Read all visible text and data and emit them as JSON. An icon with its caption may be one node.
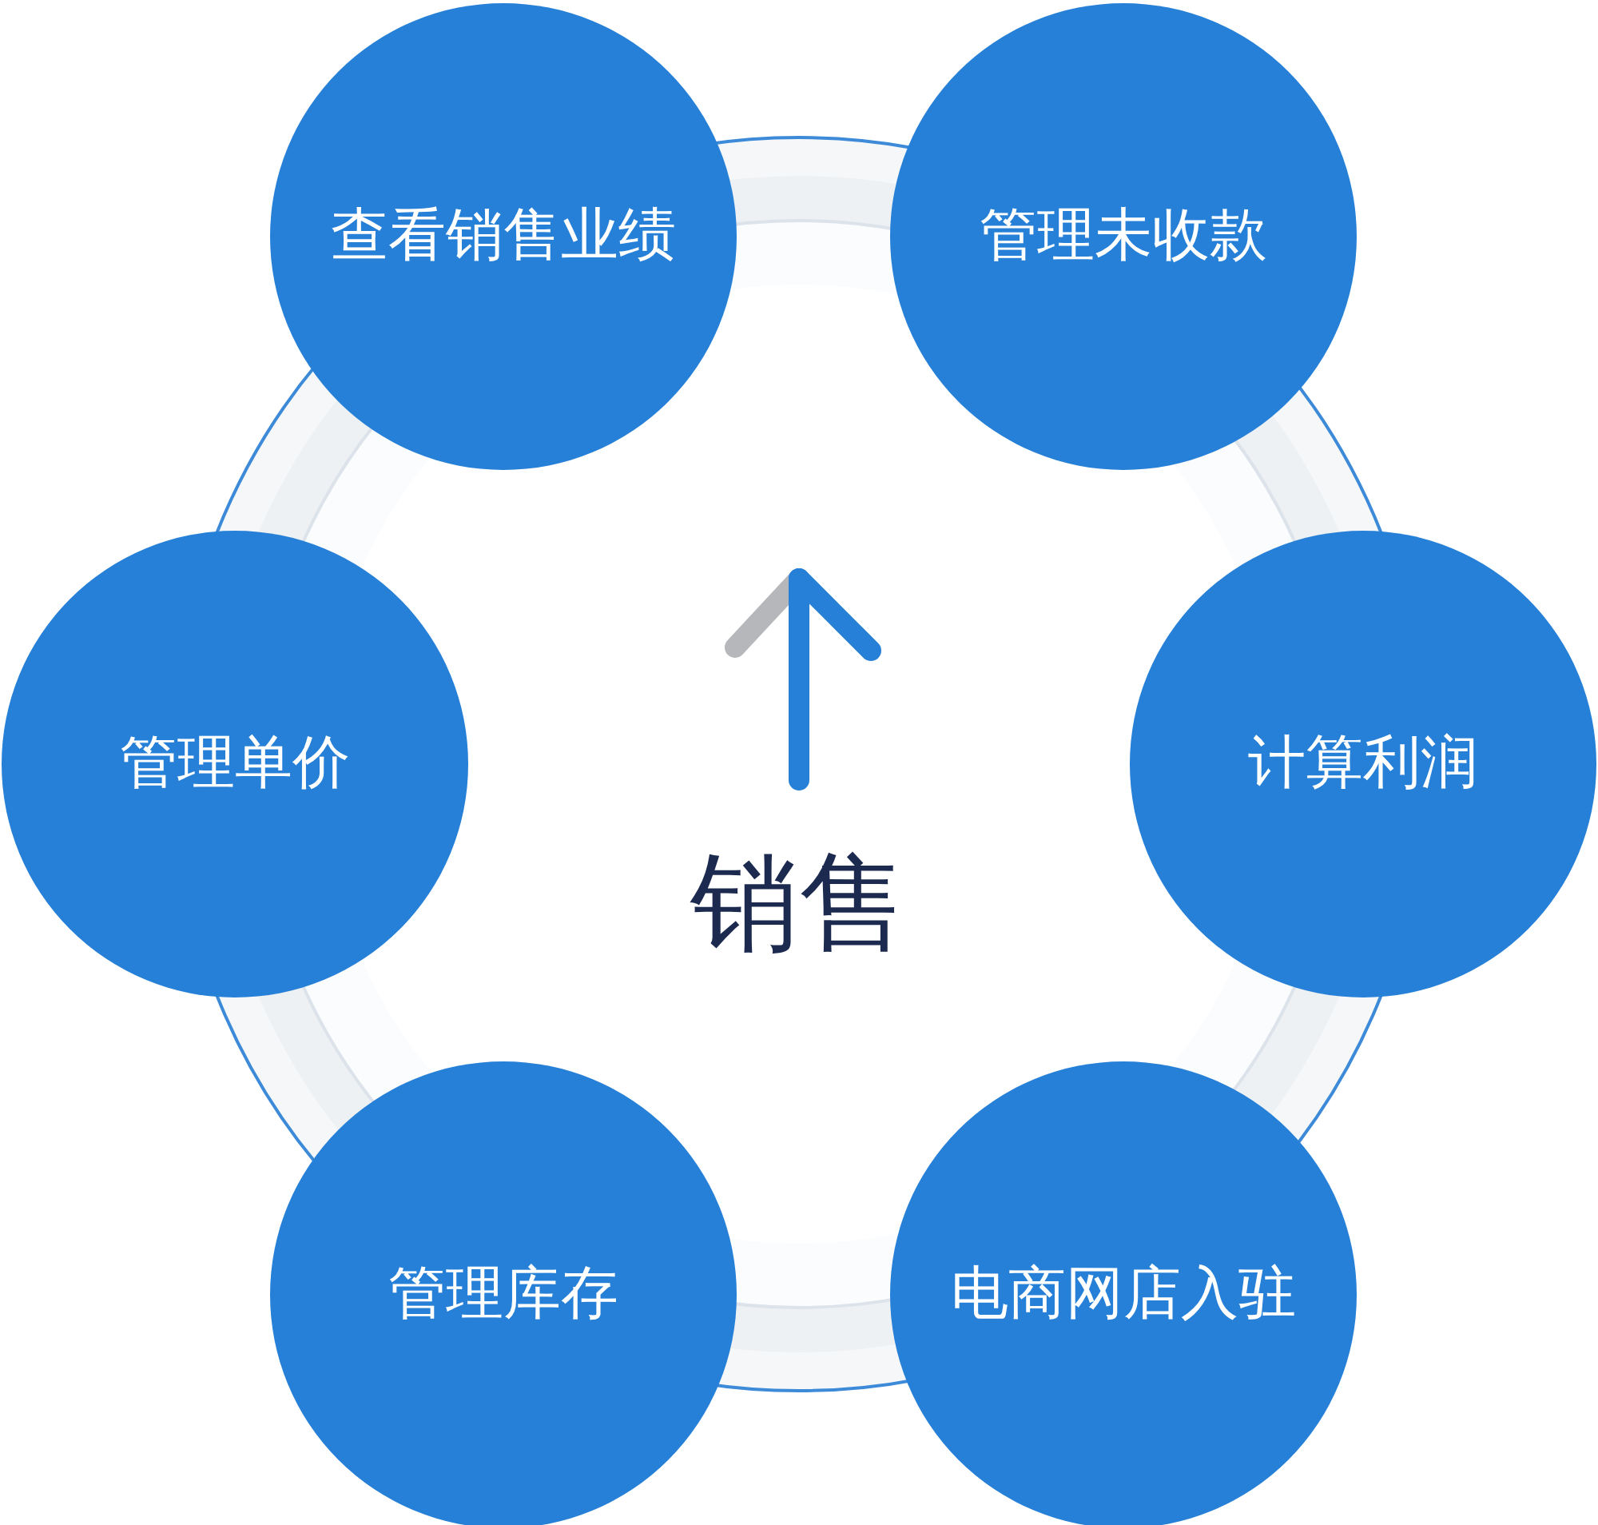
{
  "diagram": {
    "nodes": [
      {
        "text": [
          "查看销售业绩"
        ]
      },
      {
        "text": [
          "管理未收款"
        ]
      },
      {
        "text": [
          "管理单价"
        ]
      },
      {
        "text": [
          "计算利润"
        ]
      },
      {
        "text": [
          "管理库存"
        ]
      },
      {
        "text": [
          "电商网店入驻"
        ]
      }
    ],
    "labels": [
      "销售"
    ]
  }
}
